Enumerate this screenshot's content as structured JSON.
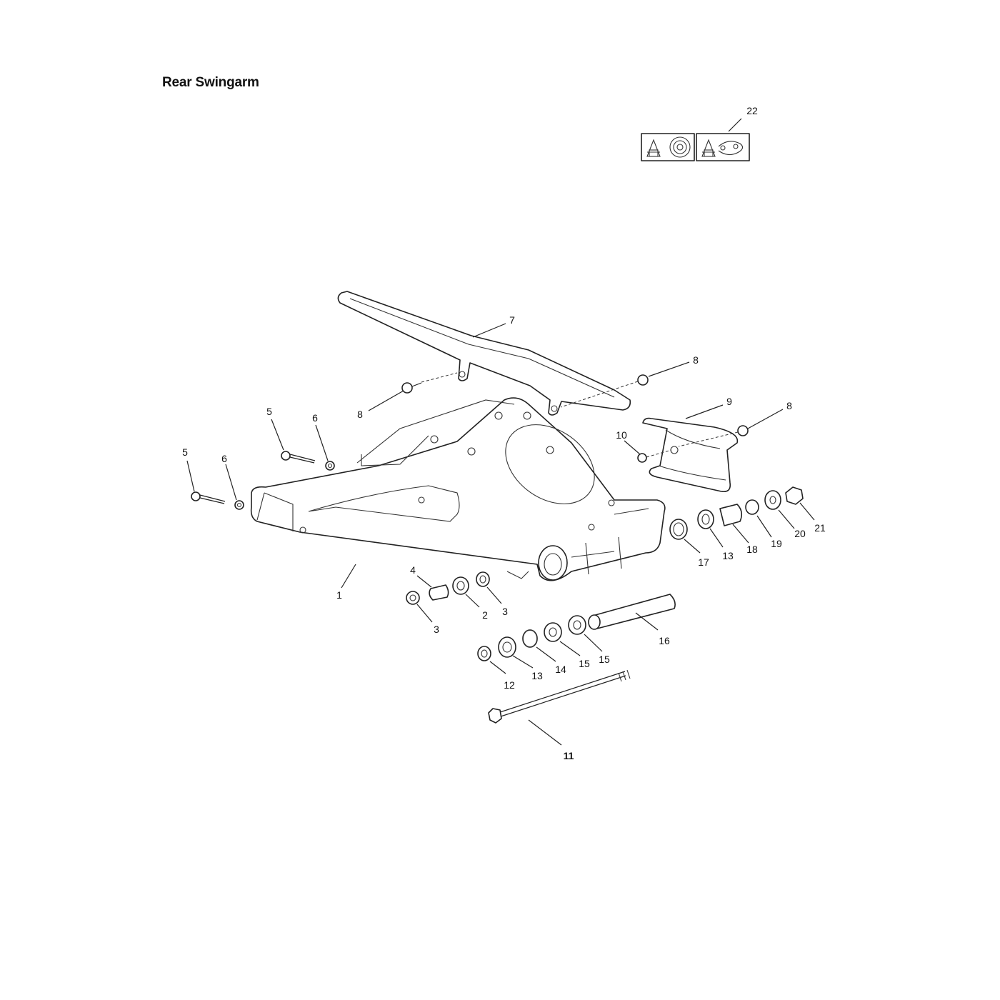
{
  "title": "Rear Swingarm",
  "labels": {
    "l1": "1",
    "l2": "2",
    "l3a": "3",
    "l3b": "3",
    "l4": "4",
    "l5a": "5",
    "l5b": "5",
    "l6a": "6",
    "l6b": "6",
    "l7": "7",
    "l8a": "8",
    "l8b": "8",
    "l8c": "8",
    "l9": "9",
    "l10": "10",
    "l11": "11",
    "l12": "12",
    "l13a": "13",
    "l13b": "13",
    "l14": "14",
    "l15a": "15",
    "l15b": "15",
    "l16": "16",
    "l17": "17",
    "l18": "18",
    "l19": "19",
    "l20": "20",
    "l21": "21",
    "l22": "22"
  },
  "icons": [
    "warning-decal-sprocket-icon",
    "warning-decal-chain-icon"
  ]
}
